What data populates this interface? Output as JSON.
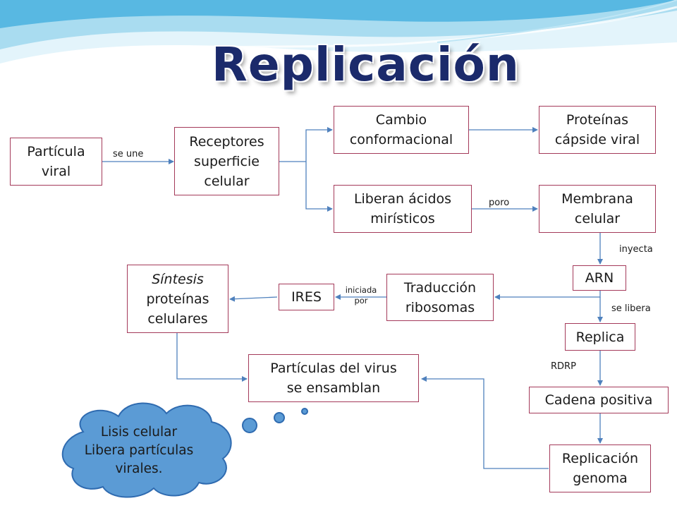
{
  "title": "Replicación",
  "boxes": {
    "particula": [
      "Partícula",
      "viral"
    ],
    "receptores": [
      "Receptores",
      "superficie",
      "celular"
    ],
    "cambio": [
      "Cambio",
      "conformacional"
    ],
    "proteinas": [
      "Proteínas",
      "cápside viral"
    ],
    "liberan": [
      "Liberan ácidos",
      "mirísticos"
    ],
    "membrana": [
      "Membrana",
      "celular"
    ],
    "arn": [
      "ARN"
    ],
    "traduccion": [
      "Traducción",
      "ribosomas"
    ],
    "ires": [
      "IRES"
    ],
    "sintesis": [
      "Síntesis",
      "proteínas",
      "celulares"
    ],
    "replica": [
      "Replica"
    ],
    "cadena": [
      "Cadena positiva"
    ],
    "replicacion_genoma": [
      "Replicación",
      "genoma"
    ],
    "particulas_virus": [
      "Partículas del virus",
      "se ensamblan"
    ]
  },
  "edge_labels": {
    "se_une": "se une",
    "poro": "poro",
    "inyecta": "inyecta",
    "se_libera": "se libera",
    "iniciada": "iniciada",
    "por": "por",
    "rdrp": "RDRP"
  },
  "cloud": [
    "Lisis celular",
    "Libera partículas",
    "virales."
  ],
  "colors": {
    "box_border": "#a43a5a",
    "arrow": "#4f81bd",
    "title": "#1b2a6b",
    "cloud_fill": "#5b9bd5",
    "cloud_stroke": "#2f6bb0",
    "wave_light": "#dff3fb",
    "wave_mid": "#9fd7ef",
    "wave_dark": "#4fb3df"
  }
}
